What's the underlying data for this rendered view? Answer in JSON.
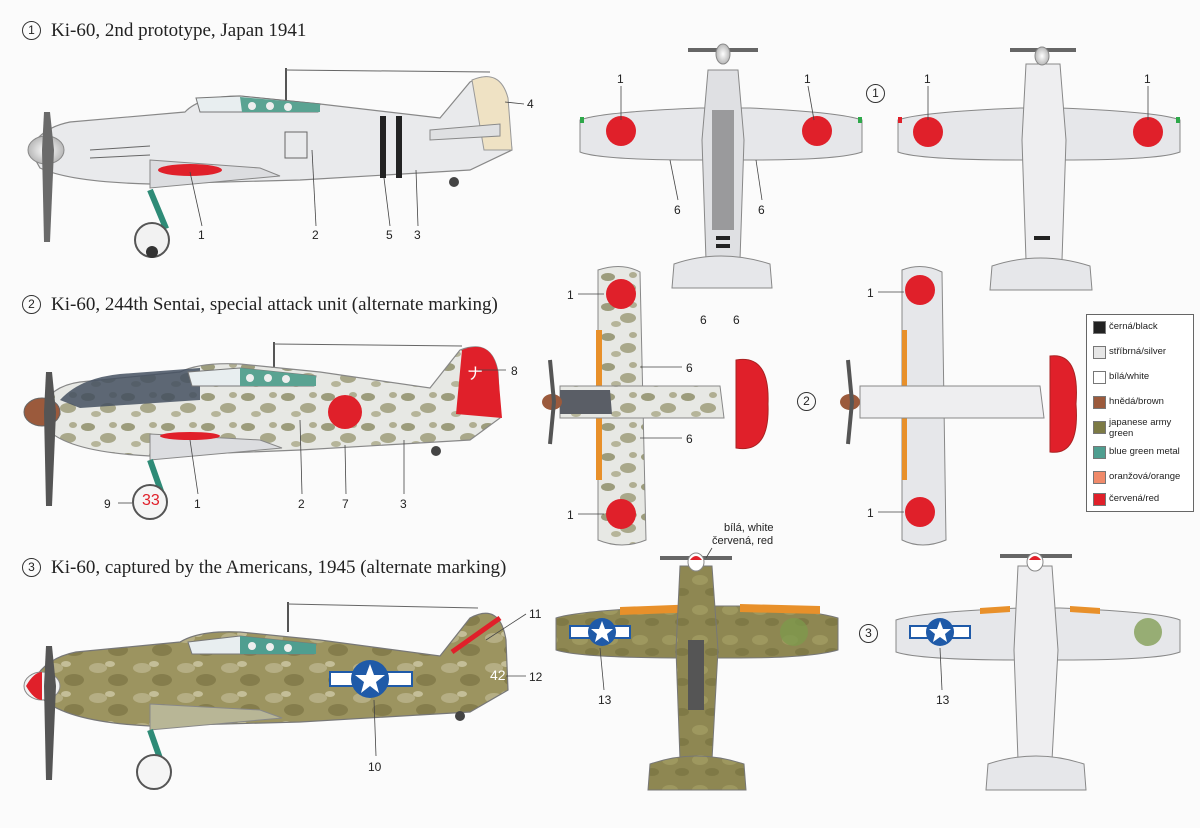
{
  "profiles": [
    {
      "num": "1",
      "title": "Ki-60, 2nd prototype, Japan 1941"
    },
    {
      "num": "2",
      "title": "Ki-60, 244th Sentai, special attack unit (alternate marking)"
    },
    {
      "num": "3",
      "title": "Ki-60, captured by the Americans, 1945 (alternate marking)"
    }
  ],
  "view_markers": {
    "top1": "1",
    "top2": "2",
    "top3": "3"
  },
  "callouts": {
    "p1_1": "1",
    "p1_2": "2",
    "p1_5": "5",
    "p1_3": "3",
    "p1_4": "4",
    "t1_1a": "1",
    "t1_1b": "1",
    "t1_6a": "6",
    "t1_6b": "6",
    "t1_6c": "6",
    "t1_6d": "6",
    "b1_1a": "1",
    "b1_1b": "1",
    "p2_8": "8",
    "p2_9": "9",
    "p2_1": "1",
    "p2_2": "2",
    "p2_7": "7",
    "p2_3": "3",
    "t2_1a": "1",
    "t2_1b": "1",
    "t2_6a": "6",
    "t2_6b": "6",
    "b2_1a": "1",
    "b2_1b": "1",
    "p3_11": "11",
    "p3_12": "12",
    "p3_10": "10",
    "t3_13": "13",
    "b3_13": "13",
    "spinner_note_1": "bílá, white",
    "spinner_note_2": "červená, red"
  },
  "aircraft_markings": {
    "p2_code": "33",
    "p2_tail_kana": "ナ",
    "p3_code": "42"
  },
  "legend": [
    {
      "label": "černá/black",
      "color": "#222222"
    },
    {
      "label": "stříbrná/silver",
      "color": "#e6e6e6"
    },
    {
      "label": "bílá/white",
      "color": "#ffffff"
    },
    {
      "label": "hnědá/brown",
      "color": "#9b5a3c"
    },
    {
      "label": "japanese army green",
      "color": "#7c7a45"
    },
    {
      "label": "blue green metal",
      "color": "#4f9e90"
    },
    {
      "label": "oranžová/orange",
      "color": "#f08a6a"
    },
    {
      "label": "červená/red",
      "color": "#e0202a"
    }
  ],
  "colors": {
    "hinomaru": "#e0202a",
    "silver": "#e4e5e8",
    "usaf_blue": "#1f5aa8",
    "green": "#8a8656",
    "orange": "#e8902a"
  }
}
